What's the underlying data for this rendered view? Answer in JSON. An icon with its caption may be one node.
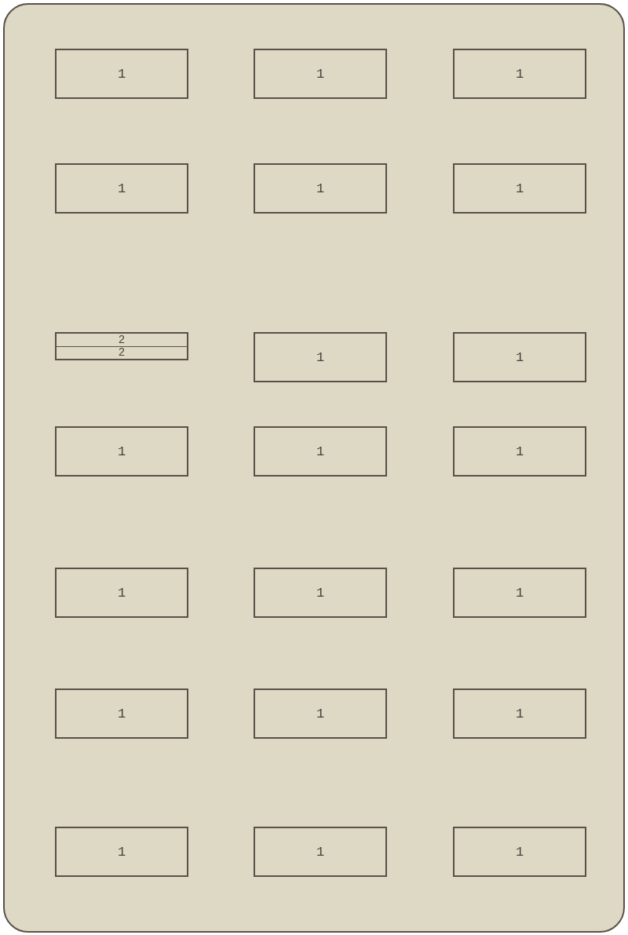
{
  "diagram": {
    "nodes": [
      {
        "text": [
          "1"
        ]
      },
      {
        "text": [
          "1"
        ]
      },
      {
        "text": [
          "1"
        ]
      },
      {
        "text": [
          "1"
        ]
      },
      {
        "text": [
          "1"
        ]
      },
      {
        "text": [
          "1"
        ]
      },
      {
        "text": [
          "2",
          "2"
        ]
      },
      {
        "text": [
          "1"
        ]
      },
      {
        "text": [
          "1"
        ]
      },
      {
        "text": [
          "1"
        ]
      },
      {
        "text": [
          "1"
        ]
      },
      {
        "text": [
          "1"
        ]
      },
      {
        "text": [
          "1"
        ]
      },
      {
        "text": [
          "1"
        ]
      },
      {
        "text": [
          "1"
        ]
      },
      {
        "text": [
          "1"
        ]
      },
      {
        "text": [
          "1"
        ]
      },
      {
        "text": [
          "1"
        ]
      },
      {
        "text": [
          "1"
        ]
      },
      {
        "text": [
          "1"
        ]
      },
      {
        "text": [
          "1"
        ]
      }
    ]
  }
}
